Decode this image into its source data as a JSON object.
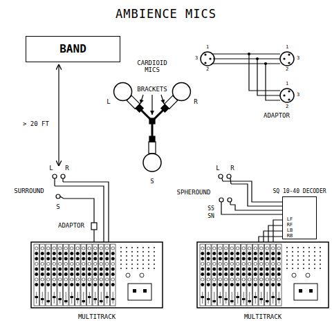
{
  "diagram": {
    "title": "AMBIENCE MICS",
    "nodes": [
      {
        "text": [
          "BAND"
        ]
      },
      {
        "text": [
          "SQ 10-40 DECODER"
        ]
      }
    ],
    "labels": [
      "> 20 FT",
      "CARDIOID MICS",
      "BRACKETS",
      "L",
      "R",
      "S",
      "ADAPTOR",
      "1",
      "3",
      "2",
      "1",
      "3",
      "2",
      "1",
      "3",
      "2",
      "L",
      "R",
      "SURROUND",
      "S",
      "ADAPTOR",
      "MULTITRACK",
      "L",
      "R",
      "SPHEROUND",
      "SS",
      "SN",
      "LF",
      "RF",
      "LB",
      "RB",
      "MULTITRACK"
    ]
  }
}
